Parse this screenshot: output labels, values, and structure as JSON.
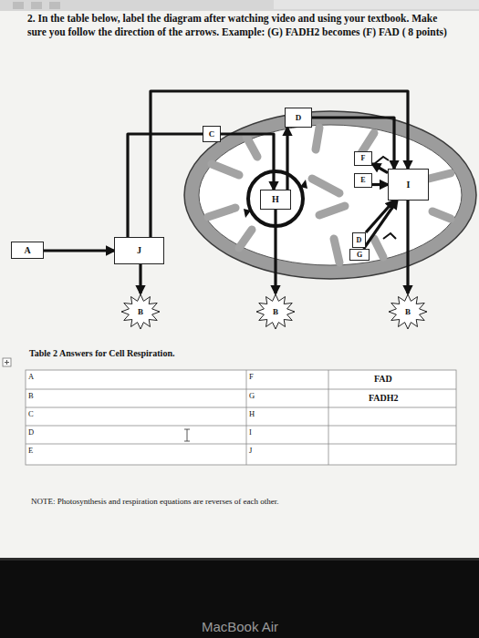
{
  "diagram": {
    "title": "2. In the table below, label the diagram after watching video and using your textbook. Make sure you follow the direction of the arrows. Example: (G) FADH2 becomes (F) FAD ( 8 points)",
    "nodes": [
      {
        "text": [
          "A"
        ]
      },
      {
        "text": [
          "J"
        ]
      },
      {
        "text": [
          "C"
        ]
      },
      {
        "text": [
          "D"
        ]
      },
      {
        "text": [
          "H"
        ]
      },
      {
        "text": [
          "F"
        ]
      },
      {
        "text": [
          "E"
        ]
      },
      {
        "text": [
          "I"
        ]
      },
      {
        "text": [
          "D"
        ]
      },
      {
        "text": [
          "G"
        ]
      },
      {
        "text": [
          "B"
        ]
      },
      {
        "text": [
          "B"
        ]
      },
      {
        "text": [
          "B"
        ]
      }
    ],
    "edges": [
      {
        "from": 0,
        "to": 1,
        "arrow": "to"
      },
      {
        "from": 1,
        "to": 2,
        "arrow": "none"
      },
      {
        "from": 2,
        "to": 4,
        "arrow": "to"
      },
      {
        "from": 1,
        "to": 7,
        "arrow": "to"
      },
      {
        "from": 4,
        "to": 3,
        "arrow": "to"
      },
      {
        "from": 3,
        "to": 7,
        "arrow": "to"
      },
      {
        "from": 6,
        "to": 7,
        "arrow": "to"
      },
      {
        "from": 7,
        "to": 5,
        "arrow": "to"
      },
      {
        "from": 8,
        "to": 7,
        "arrow": "to"
      },
      {
        "from": 9,
        "to": 7,
        "arrow": "to"
      },
      {
        "from": 1,
        "to": 10,
        "arrow": "to"
      },
      {
        "from": 4,
        "to": 11,
        "arrow": "to"
      },
      {
        "from": 7,
        "to": 12,
        "arrow": "to"
      }
    ],
    "labels": [
      "Table 2 Answers for Cell Respiration.",
      "A",
      "F",
      "FAD",
      "B",
      "G",
      "FADH2",
      "C",
      "H",
      "D",
      "I",
      "E",
      "J",
      "NOTE: Photosynthesis and respiration equations are reverses of each other.",
      "MacBook Air"
    ]
  }
}
